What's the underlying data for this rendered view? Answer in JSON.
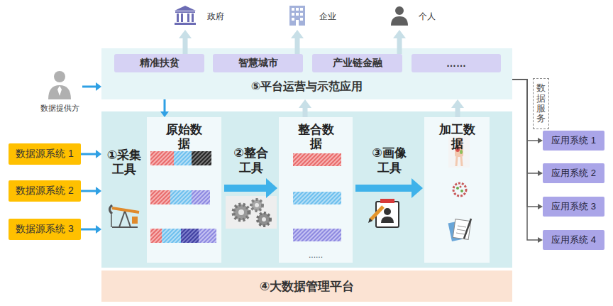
{
  "diagram": {
    "nodes": [
      {
        "text": [
          "政府"
        ]
      },
      {
        "text": [
          "企业"
        ]
      },
      {
        "text": [
          "个人"
        ]
      },
      {
        "text": [
          "⑤平台运营与示范应用"
        ]
      },
      {
        "text": [
          "精准扶贫"
        ],
        "in": 3
      },
      {
        "text": [
          "智慧城市"
        ],
        "in": 3
      },
      {
        "text": [
          "产业链金融"
        ],
        "in": 3
      },
      {
        "text": [
          "……"
        ],
        "in": 3
      },
      {
        "text": [
          "数据提供方"
        ]
      },
      {
        "text": [
          "①采集工具"
        ]
      },
      {
        "text": [
          "原始数据"
        ],
        "in": 9
      },
      {
        "text": [
          "整合数据",
          "......"
        ],
        "in": 9
      },
      {
        "text": [
          "加工数据"
        ],
        "in": 9
      },
      {
        "text": [
          "数据源系统 1"
        ]
      },
      {
        "text": [
          "数据源系统 2"
        ]
      },
      {
        "text": [
          "数据源系统 3"
        ]
      },
      {
        "text": [
          "④大数据管理平台"
        ]
      },
      {
        "text": [
          "数据服务"
        ]
      },
      {
        "text": [
          "应用系统 1"
        ]
      },
      {
        "text": [
          "应用系统 2"
        ]
      },
      {
        "text": [
          "应用系统 3"
        ]
      },
      {
        "text": [
          "应用系统 4"
        ]
      }
    ],
    "edges": [
      {
        "from": 4,
        "to": 0,
        "arrow": "to"
      },
      {
        "from": 5,
        "to": 1,
        "arrow": "to"
      },
      {
        "from": 6,
        "to": 2,
        "arrow": "to"
      },
      {
        "from": 8,
        "to": 3,
        "arrow": "to"
      },
      {
        "from": 3,
        "to": 10,
        "arrow": "to"
      },
      {
        "from": 11,
        "to": 3,
        "arrow": "to"
      },
      {
        "from": 12,
        "to": 3,
        "arrow": "to"
      },
      {
        "from": 13,
        "to": 9,
        "arrow": "to"
      },
      {
        "from": 14,
        "to": 9,
        "arrow": "to"
      },
      {
        "from": 15,
        "to": 9,
        "arrow": "to"
      },
      {
        "from": 10,
        "to": 11,
        "label": "②整合工具",
        "arrow": "to"
      },
      {
        "from": 11,
        "to": 12,
        "label": "③画像工具",
        "arrow": "to"
      },
      {
        "from": 3,
        "to": 18,
        "arrow": "to"
      },
      {
        "from": 3,
        "to": 19,
        "arrow": "to"
      },
      {
        "from": 3,
        "to": 20,
        "arrow": "to"
      },
      {
        "from": 3,
        "to": 21,
        "arrow": "to"
      }
    ]
  }
}
